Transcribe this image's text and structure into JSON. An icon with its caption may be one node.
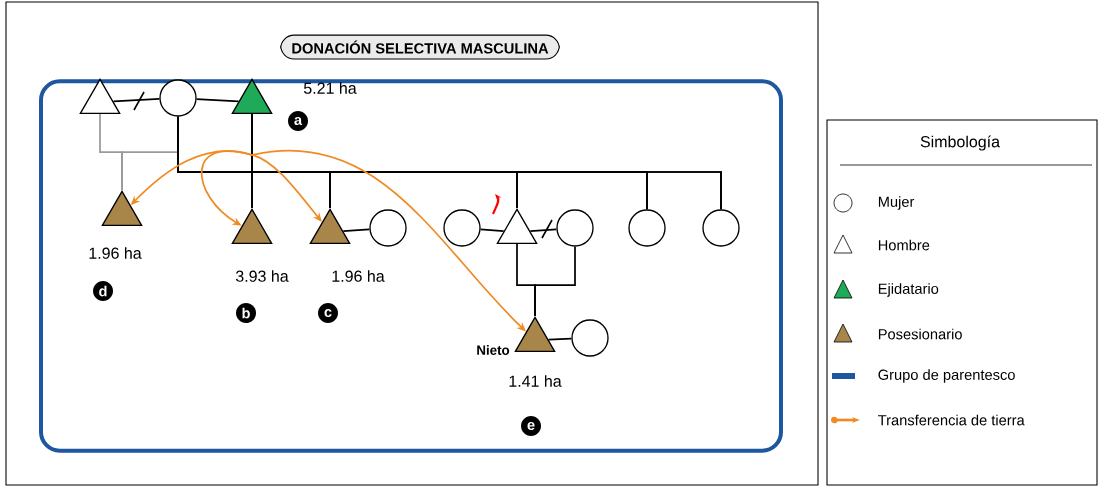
{
  "diagram": {
    "title": "DONACIÓN SELECTIVA MASCULINA",
    "nodes": [
      {
        "text": [],
        "shape": "box"
      },
      {
        "text": [],
        "shape": "triangle",
        "in": 0
      },
      {
        "text": [],
        "shape": "circle",
        "in": 0
      },
      {
        "text": [],
        "shape": "triangle",
        "in": 0,
        "beside": [
          "5.21 ha",
          "a"
        ]
      },
      {
        "text": [],
        "shape": "triangle",
        "in": 0,
        "beside": [
          "1.96 ha",
          "d"
        ]
      },
      {
        "text": [],
        "shape": "triangle",
        "in": 0,
        "beside": [
          "3.93 ha",
          "b"
        ]
      },
      {
        "text": [],
        "shape": "triangle",
        "in": 0,
        "beside": [
          "1.96 ha",
          "c"
        ]
      },
      {
        "text": [],
        "shape": "circle",
        "in": 0
      },
      {
        "text": [],
        "shape": "circle",
        "in": 0
      },
      {
        "text": [],
        "shape": "triangle",
        "in": 0
      },
      {
        "text": [],
        "shape": "circle",
        "in": 0
      },
      {
        "text": [],
        "shape": "circle",
        "in": 0
      },
      {
        "text": [],
        "shape": "circle",
        "in": 0
      },
      {
        "text": [],
        "shape": "triangle",
        "in": 0,
        "beside": [
          "Nieto",
          "1.41 ha",
          "e"
        ]
      },
      {
        "text": [],
        "shape": "circle",
        "in": 0
      }
    ],
    "edges": [
      {
        "from": 1,
        "to": 2,
        "arrow": "none"
      },
      {
        "from": 2,
        "to": 3,
        "arrow": "none"
      },
      {
        "from": 6,
        "to": 7,
        "arrow": "none"
      },
      {
        "from": 8,
        "to": 9,
        "arrow": "none"
      },
      {
        "from": 9,
        "to": 10,
        "arrow": "none"
      },
      {
        "from": 13,
        "to": 14,
        "arrow": "none"
      },
      {
        "from": 1,
        "to": 4,
        "arrow": "none",
        "color": "#9a9a9a"
      },
      {
        "from": 2,
        "to": 4,
        "arrow": "none",
        "color": "#9a9a9a"
      },
      {
        "from": 2,
        "to": 5,
        "arrow": "none"
      },
      {
        "from": 2,
        "to": 6,
        "arrow": "none"
      },
      {
        "from": 2,
        "to": 9,
        "arrow": "none"
      },
      {
        "from": 2,
        "to": 11,
        "arrow": "none"
      },
      {
        "from": 2,
        "to": 12,
        "arrow": "none"
      },
      {
        "from": 3,
        "to": 5,
        "arrow": "none"
      },
      {
        "from": 3,
        "to": 6,
        "arrow": "none"
      },
      {
        "from": 3,
        "to": 9,
        "arrow": "none"
      },
      {
        "from": 3,
        "to": 11,
        "arrow": "none"
      },
      {
        "from": 3,
        "to": 12,
        "arrow": "none"
      },
      {
        "from": 9,
        "to": 13,
        "arrow": "none"
      },
      {
        "from": 10,
        "to": 13,
        "arrow": "none"
      },
      {
        "from": 3,
        "to": 4,
        "arrow": "to",
        "color": "#f08a24"
      },
      {
        "from": 3,
        "to": 5,
        "arrow": "to",
        "color": "#f08a24"
      },
      {
        "from": 3,
        "to": 6,
        "arrow": "to",
        "color": "#f08a24"
      },
      {
        "from": 3,
        "to": 13,
        "arrow": "to",
        "color": "#f08a24"
      }
    ],
    "labels": [
      "Simbología"
    ],
    "legend": [
      {
        "text": "Mujer"
      },
      {
        "text": "Hombre"
      },
      {
        "text": "Ejidatario"
      },
      {
        "text": "Posesionario"
      },
      {
        "text": "Grupo de parentesco",
        "color": "#1f56a0"
      },
      {
        "text": "Transferencia de tierra"
      }
    ]
  }
}
